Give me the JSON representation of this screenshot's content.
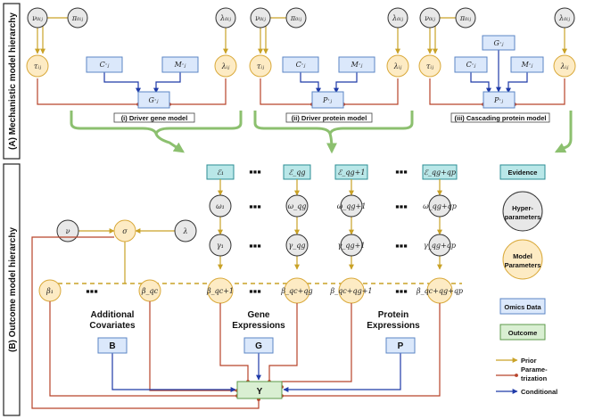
{
  "sections": {
    "mechanistic": "(A) Mechanistic model hierarchy",
    "outcome": "(B) Outcome model hierarchy"
  },
  "submodels": {
    "driver_gene": "(i) Driver gene model",
    "driver_protein": "(ii) Driver protein model",
    "cascading_protein": "(iii) Cascading protein model"
  },
  "nodes": {
    "g_nu": "ν₀ᵢⱼ",
    "g_pi": "π₀ᵢⱼ",
    "g_lam": "λ₀ᵢⱼ",
    "g_tau": "τᵢⱼ",
    "g_lamij": "λᵢⱼ",
    "g_C": "C·ⱼ",
    "g_M": "M·ⱼ",
    "g_G": "G·ⱼ",
    "p_nu": "ν₀ᵢⱼ",
    "p_pi": "π₀ᵢⱼ",
    "p_lam": "λ₀ᵢⱼ",
    "p_tau": "τᵢⱼ",
    "p_lamij": "λᵢⱼ",
    "p_C": "C·ⱼ",
    "p_M": "M·ⱼ",
    "p_P": "P·ⱼ",
    "c_nu": "ν₀ᵢⱼ",
    "c_pi": "π₀ᵢⱼ",
    "c_lam": "λ₀ᵢⱼ",
    "c_G": "G·ⱼ",
    "c_tau": "τᵢⱼ",
    "c_lamij": "λᵢⱼ",
    "c_C": "C·ⱼ",
    "c_M": "M·ⱼ",
    "c_P": "P·ⱼ",
    "e1": "ℰ₁",
    "eqg": "ℰ_qg",
    "eqg1": "ℰ_qg+1",
    "eqgp": "ℰ_qg+qp",
    "w1": "ω₁",
    "wqg": "ω_qg",
    "wqg1": "ω_qg+1",
    "wqgp": "ω_qg+qp",
    "gam1": "γ₁",
    "gamqg": "γ_qg",
    "gamqg1": "γ_qg+1",
    "gamqgp": "γ_qg+qp",
    "nu": "ν",
    "sigma": "σ",
    "lambda": "λ",
    "b1": "β₁",
    "bqc": "β_qc",
    "bqc1": "β_qc+1",
    "bqcg": "β_qc+qg",
    "bqcg1": "β_qc+qg+1",
    "bqcgp": "β_qc+qg+qp",
    "B": "B",
    "G": "G",
    "P": "P",
    "Y": "Y"
  },
  "groups": {
    "covariates": [
      "Additional",
      "Covariates"
    ],
    "genes": [
      "Gene",
      "Expressions"
    ],
    "proteins": [
      "Protein",
      "Expressions"
    ]
  },
  "legend": {
    "evidence": "Evidence",
    "hyper": [
      "Hyper-",
      "parameters"
    ],
    "params": [
      "Model",
      "Parameters"
    ],
    "omics": "Omics Data",
    "outcome": "Outcome",
    "prior": "Prior",
    "param": [
      "Parame-",
      "trization"
    ],
    "conditional": "Conditional"
  },
  "colors": {
    "prior": "#c9a227",
    "parametrization": "#b8432a",
    "conditional": "#1f3aa8",
    "connector": "#8cc06f"
  }
}
